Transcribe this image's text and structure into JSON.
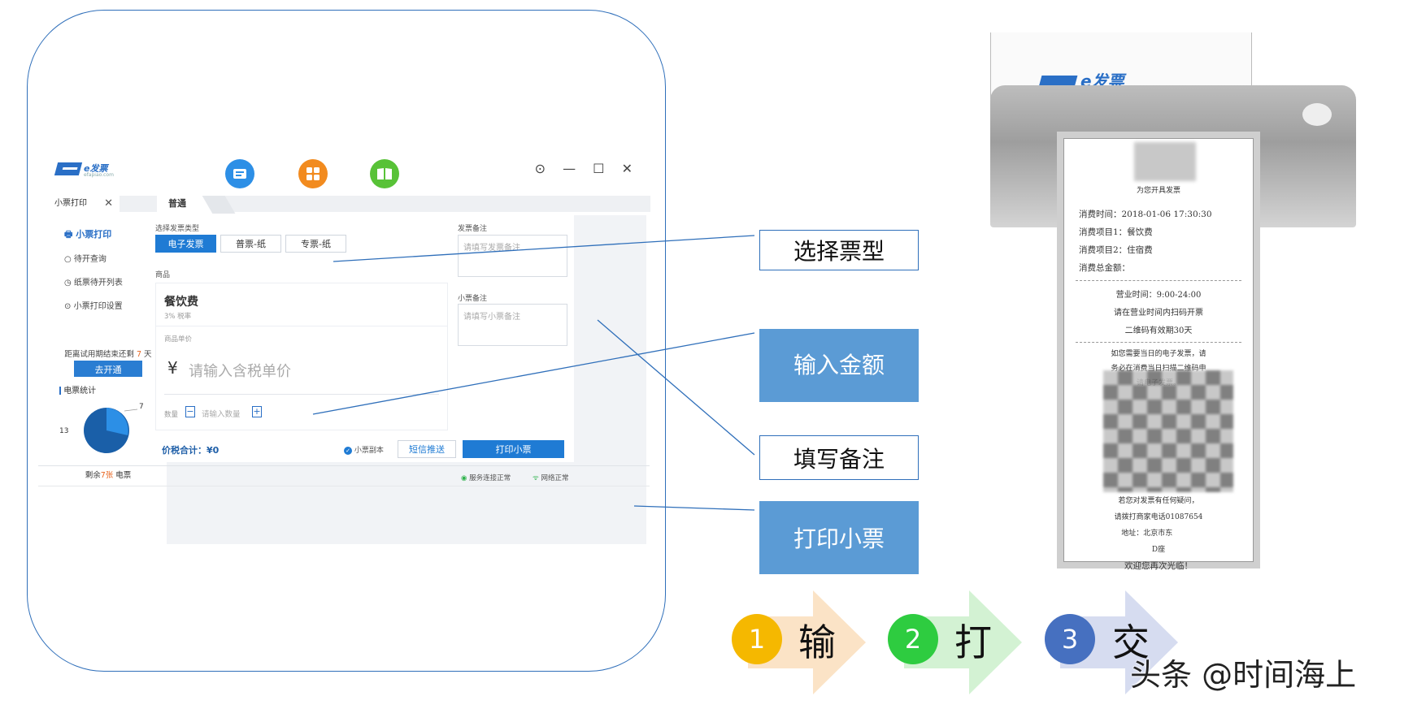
{
  "app": {
    "logo_text": "e发票",
    "logo_sub": "efapiao.com",
    "window_controls": "⊙ — ☐ ✕",
    "tab_label": "小票打印",
    "tab_close": "✕",
    "sidebar": {
      "items": [
        {
          "label": "小票打印",
          "icon": "printer-icon"
        },
        {
          "label": "待开查询",
          "icon": "search-icon"
        },
        {
          "label": "纸票待开列表",
          "icon": "clock-icon"
        },
        {
          "label": "小票打印设置",
          "icon": "settings-icon"
        }
      ],
      "trial_prefix": "距离试用期结束还剩",
      "trial_days": "7",
      "trial_suffix": "天",
      "go_button": "去开通",
      "stats_title": "电票统计",
      "pie_label_small": "7",
      "pie_label_large": "13",
      "remain_prefix": "剩余",
      "remain_count": "7张",
      "remain_suffix": "电票"
    },
    "main": {
      "tab_normal": "普通",
      "invoice_type_label": "选择发票类型",
      "invoice_types": [
        "电子发票",
        "普票-纸",
        "专票-纸"
      ],
      "invoice_note_label": "发票备注",
      "invoice_note_placeholder": "请填写发票备注",
      "goods_label": "商品",
      "item_name": "餐饮费",
      "tax_rate": "3% 税率",
      "unit_price_label": "商品单价",
      "currency": "¥",
      "price_placeholder": "请输入含税单价",
      "qty_label": "数量",
      "qty_minus": "−",
      "qty_placeholder": "请输入数量",
      "qty_plus": "+",
      "receipt_note_label": "小票备注",
      "receipt_note_placeholder": "请填写小票备注",
      "total": "价税合计：¥0",
      "copy_label": "小票副本",
      "sms_button": "短信推送",
      "print_button": "打印小票",
      "status_service": "服务连接正常",
      "status_network": "网络正常"
    }
  },
  "callouts": [
    "选择票型",
    "输入金额",
    "填写备注",
    "打印小票"
  ],
  "receipt": {
    "brand": "e发票",
    "heading": "为您开具发票",
    "lines": [
      "消费时间：2018-01-06  17:30:30",
      "消费项目1：餐饮费",
      "消费项目2：住宿费",
      "消费总金额："
    ],
    "hours": "营业时间：9:00-24:00",
    "scan_tip": "请在营业时间内扫码开票",
    "valid": "二维码有效期30天",
    "notice1": "如您需要当日的电子发票，请",
    "notice2": "务必在消费当日扫描二维码申",
    "notice3": "请电子发票。",
    "contact1": "若您对发票有任何疑问，",
    "contact2": "请拨打商家电话01087654",
    "address": "地址：北京市东",
    "address_end": "D座",
    "thanks": "欢迎您再次光临！"
  },
  "steps": [
    {
      "num": "1",
      "text": "输",
      "color": "#f5b800",
      "arrow": "#fbe3c6"
    },
    {
      "num": "2",
      "text": "打",
      "color": "#2ecc40",
      "arrow": "#d3f2d3"
    },
    {
      "num": "3",
      "text": "交",
      "color": "#4670c0",
      "arrow": "#d6dcf0"
    }
  ],
  "watermark": "头条 @时间海上"
}
